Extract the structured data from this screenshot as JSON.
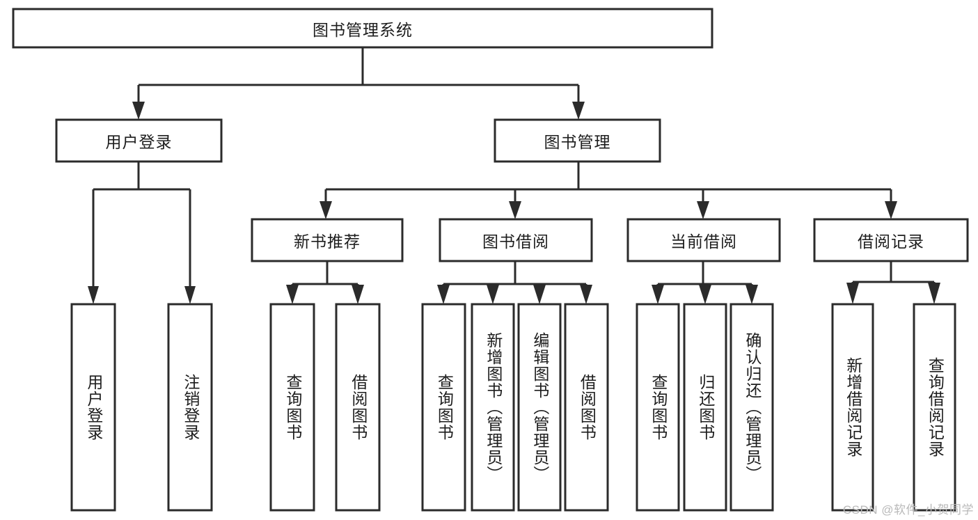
{
  "diagram": {
    "type": "hierarchy-tree",
    "title": "图书管理系统",
    "watermark": "CSDN @软件_小贺同学",
    "colors": {
      "background": "#ffffff",
      "box_stroke": "#2b2b2b",
      "box_fill": "#ffffff",
      "text": "#1d1d1d",
      "watermark": "#b9b9b9"
    },
    "levels": {
      "root": {
        "label": "图书管理系统"
      },
      "level2": [
        {
          "label": "用户登录"
        },
        {
          "label": "图书管理"
        }
      ],
      "level3": [
        {
          "label": "新书推荐"
        },
        {
          "label": "图书借阅"
        },
        {
          "label": "当前借阅"
        },
        {
          "label": "借阅记录"
        }
      ],
      "leaves": {
        "user_login": [
          {
            "label": "用户登录"
          },
          {
            "label": "注销登录"
          }
        ],
        "new_book_recommend": [
          {
            "label": "查询图书"
          },
          {
            "label": "借阅图书"
          }
        ],
        "book_borrow": [
          {
            "label": "查询图书"
          },
          {
            "label": "新增图书（管理员）"
          },
          {
            "label": "编辑图书（管理员）"
          },
          {
            "label": "借阅图书"
          }
        ],
        "current_borrow": [
          {
            "label": "查询图书"
          },
          {
            "label": "归还图书"
          },
          {
            "label": "确认归还（管理员）"
          }
        ],
        "borrow_record": [
          {
            "label": "新增借阅记录"
          },
          {
            "label": "查询借阅记录"
          }
        ]
      }
    }
  }
}
